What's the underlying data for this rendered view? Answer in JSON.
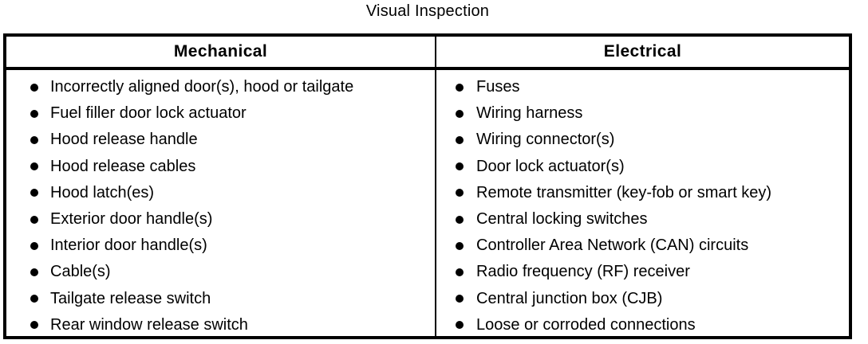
{
  "title": "Visual Inspection",
  "colors": {
    "text": "#000000",
    "border": "#000000",
    "background": "#ffffff"
  },
  "table": {
    "columns": [
      {
        "header": "Mechanical",
        "items": [
          "Incorrectly aligned door(s), hood or tailgate",
          "Fuel filler door lock actuator",
          "Hood release handle",
          "Hood release cables",
          "Hood latch(es)",
          "Exterior door handle(s)",
          "Interior door handle(s)",
          "Cable(s)",
          "Tailgate release switch",
          "Rear window release switch"
        ]
      },
      {
        "header": "Electrical",
        "items": [
          "Fuses",
          "Wiring harness",
          "Wiring connector(s)",
          "Door lock actuator(s)",
          "Remote transmitter (key-fob or smart key)",
          "Central locking switches",
          "Controller Area Network (CAN) circuits",
          "Radio frequency (RF) receiver",
          "Central junction box (CJB)",
          "Loose or corroded connections"
        ]
      }
    ]
  }
}
